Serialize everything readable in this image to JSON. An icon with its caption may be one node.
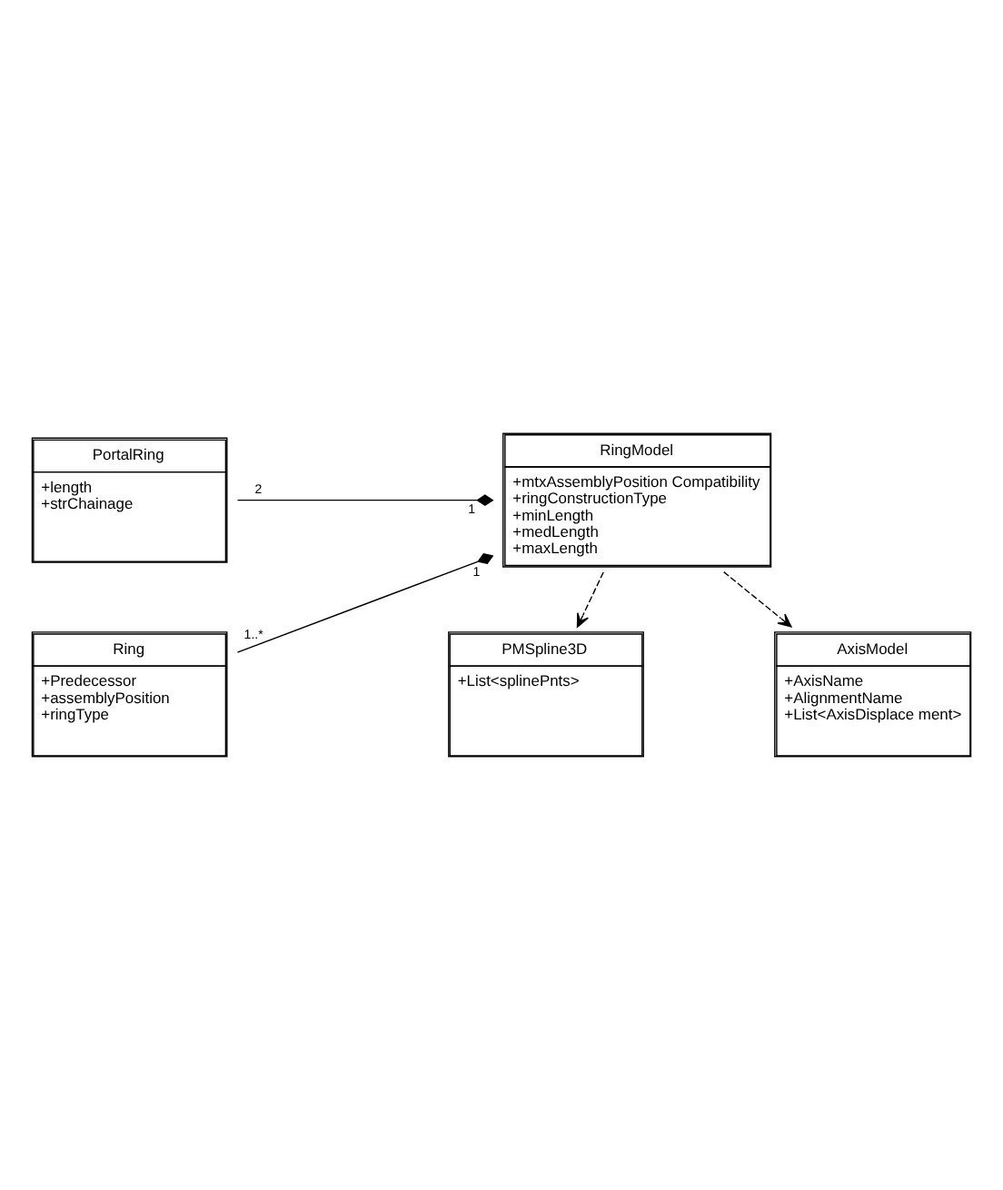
{
  "diagram": {
    "nodes": [
      {
        "text": [
          "PortalRing",
          "+length",
          "+strChainage"
        ]
      },
      {
        "text": [
          "RingModel",
          "+mtxAssemblyPosition Compatibility",
          "+ringConstructionType",
          "+minLength",
          "+medLength",
          "+maxLength"
        ]
      },
      {
        "text": [
          "Ring",
          "+Predecessor",
          "+assemblyPosition",
          "+ringType"
        ]
      },
      {
        "text": [
          "PMSpline3D",
          "+List<splinePnts>"
        ]
      },
      {
        "text": [
          "AxisModel",
          "+AxisName",
          "+AlignmentName",
          "+List<AxisDisplace ment>"
        ]
      }
    ],
    "edges": [
      {
        "from": 0,
        "to": 1,
        "arrow": "other"
      },
      {
        "from": 2,
        "to": 1,
        "arrow": "other"
      },
      {
        "from": 1,
        "to": 3,
        "arrow": "to",
        "style": "dashed"
      },
      {
        "from": 1,
        "to": 4,
        "arrow": "to",
        "style": "dashed"
      }
    ],
    "labels": [
      "2",
      "1",
      "1..*",
      "1"
    ]
  }
}
